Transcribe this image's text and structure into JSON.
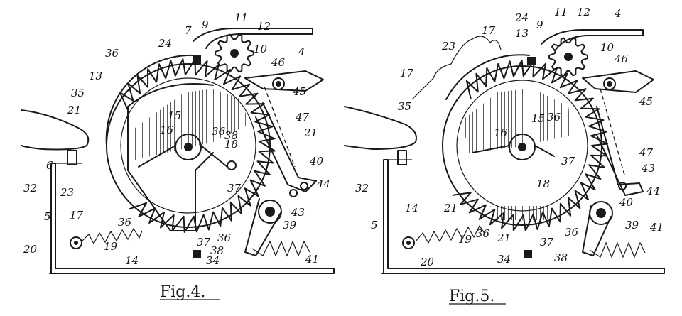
{
  "figures": [
    {
      "caption": "Fig.4.",
      "labels": {
        "n4": "4",
        "n5": "5",
        "n6": "6",
        "n7": "7",
        "n9": "9",
        "n10": "10",
        "n11": "11",
        "n12": "12",
        "n13": "13",
        "n14": "14",
        "n15": "15",
        "n16": "16",
        "n17": "17",
        "n18": "18",
        "n19": "19",
        "n20": "20",
        "n21a": "21",
        "n21b": "21",
        "n23": "23",
        "n24": "24",
        "n32": "32",
        "n34": "34",
        "n35": "35",
        "n36a": "36",
        "n36b": "36",
        "n36c": "36",
        "n36d": "36",
        "n37a": "37",
        "n37b": "37",
        "n38a": "38",
        "n38b": "38",
        "n39": "39",
        "n40": "40",
        "n41": "41",
        "n43": "43",
        "n44": "44",
        "n45": "45",
        "n46": "46",
        "n47": "47"
      }
    },
    {
      "caption": "Fig.5.",
      "labels": {
        "n4": "4",
        "n5": "5",
        "n9": "9",
        "n10": "10",
        "n11": "11",
        "n12": "12",
        "n13": "13",
        "n14": "14",
        "n15": "15",
        "n16": "16",
        "n17a": "17",
        "n17b": "17",
        "n18": "18",
        "n19": "19",
        "n20": "20",
        "n21a": "21",
        "n21b": "21",
        "n23": "23",
        "n24": "24",
        "n32": "32",
        "n34": "34",
        "n35": "35",
        "n36a": "36",
        "n36b": "36",
        "n36c": "36",
        "n37a": "37",
        "n37b": "37",
        "n38": "38",
        "n39": "39",
        "n40": "40",
        "n41": "41",
        "n43": "43",
        "n44": "44",
        "n45": "45",
        "n46": "46",
        "n47": "47"
      }
    }
  ]
}
